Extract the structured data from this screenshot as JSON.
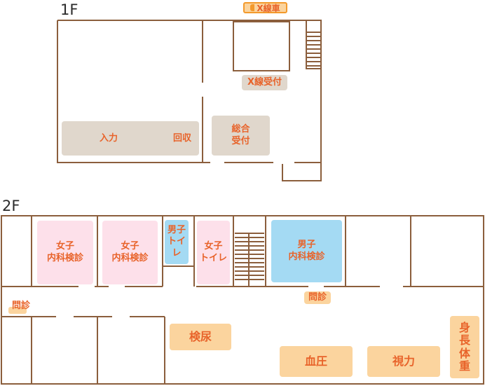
{
  "floor1": {
    "label": "1F",
    "xray_sign": "X線車",
    "areas": {
      "xray_reception": "X線受付",
      "input": "入力",
      "collection": "回収",
      "general_reception_line1": "総合",
      "general_reception_line2": "受付"
    }
  },
  "floor2": {
    "label": "2F",
    "areas": {
      "female_internal_1_line1": "女子",
      "female_internal_1_line2": "内科検診",
      "female_internal_2_line1": "女子",
      "female_internal_2_line2": "内科検診",
      "male_toilet_line1": "男子",
      "male_toilet_line2": "トイレ",
      "female_toilet_line1": "女子",
      "female_toilet_line2": "トイレ",
      "male_internal_line1": "男子",
      "male_internal_line2": "内科検診",
      "interview_left": "問診",
      "interview_right": "問診",
      "urinalysis": "検尿",
      "blood_pressure": "血圧",
      "vision": "視力",
      "body_measure": [
        "身",
        "長",
        "体",
        "重"
      ]
    }
  },
  "colors": {
    "wall": "#8b5e3c",
    "label_text": "#e8632a",
    "gray_area": "#e0d7cc",
    "pink_area": "#fde0ea",
    "blue_area": "#a4daf3",
    "peach_area": "#fbd49e"
  }
}
